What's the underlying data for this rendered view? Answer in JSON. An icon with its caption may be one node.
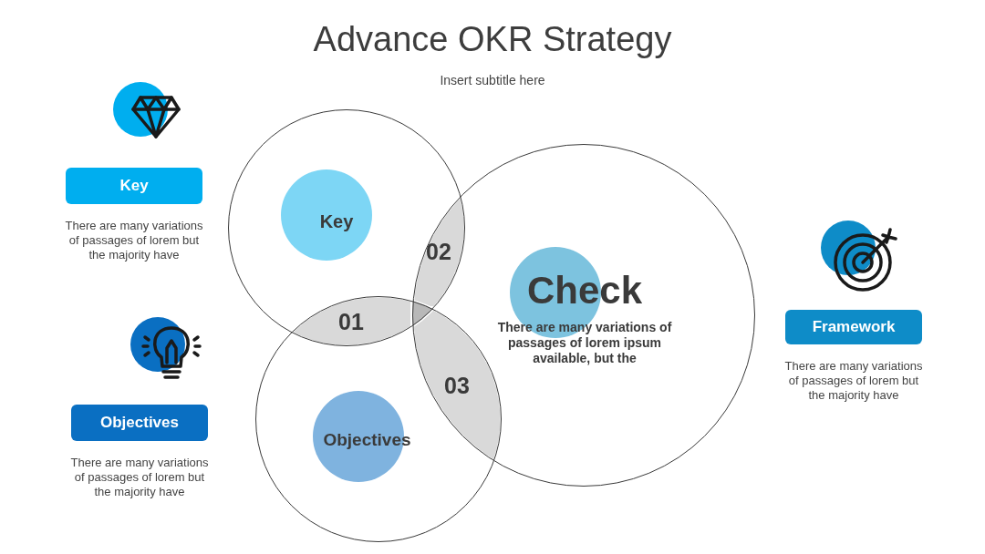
{
  "diagram": {
    "title": "Advance OKR Strategy",
    "nodes": [
      {
        "text": [],
        "shape": "circle"
      },
      {
        "text": [
          "Key"
        ],
        "in": 0
      },
      {
        "text": [
          "Check",
          "There are many variations of passages of lorem ipsum available, but the"
        ]
      },
      {
        "text": [],
        "shape": "circle"
      },
      {
        "text": [
          "Objectives"
        ],
        "in": 3
      },
      {
        "text": [
          "01"
        ]
      },
      {
        "text": [
          "02"
        ]
      },
      {
        "text": [
          "03"
        ]
      },
      {
        "text": [
          "Key"
        ],
        "beside": [
          "There are many variations of passages of lorem but the majority have"
        ]
      },
      {
        "text": [
          "Objectives"
        ],
        "beside": [
          "There are many variations of passages of lorem but the majority have"
        ]
      },
      {
        "text": [
          "Framework"
        ],
        "beside": [
          "There are many variations of passages of lorem but the majority have"
        ]
      }
    ],
    "labels": [
      "Insert subtitle here"
    ]
  }
}
